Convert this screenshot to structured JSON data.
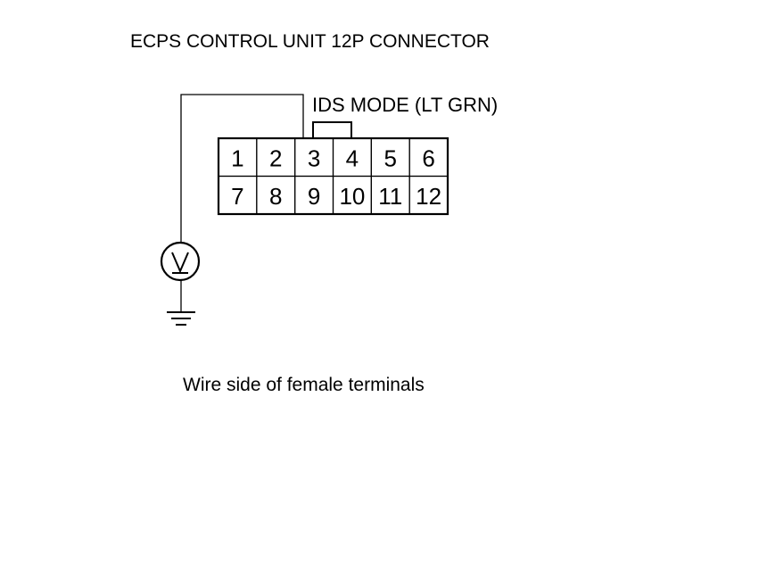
{
  "title": "ECPS CONTROL UNIT 12P CONNECTOR",
  "wire_label": "IDS MODE (LT GRN)",
  "caption": "Wire side of female terminals",
  "connector": {
    "rows": [
      [
        "1",
        "2",
        "3",
        "4",
        "5",
        "6"
      ],
      [
        "7",
        "8",
        "9",
        "10",
        "11",
        "12"
      ]
    ],
    "probe_terminal": "3"
  },
  "meter": {
    "symbol": "V",
    "icon": "voltmeter-icon"
  },
  "ground": {
    "icon": "ground-icon"
  },
  "colors": {
    "line": "#000000",
    "background": "#ffffff"
  }
}
